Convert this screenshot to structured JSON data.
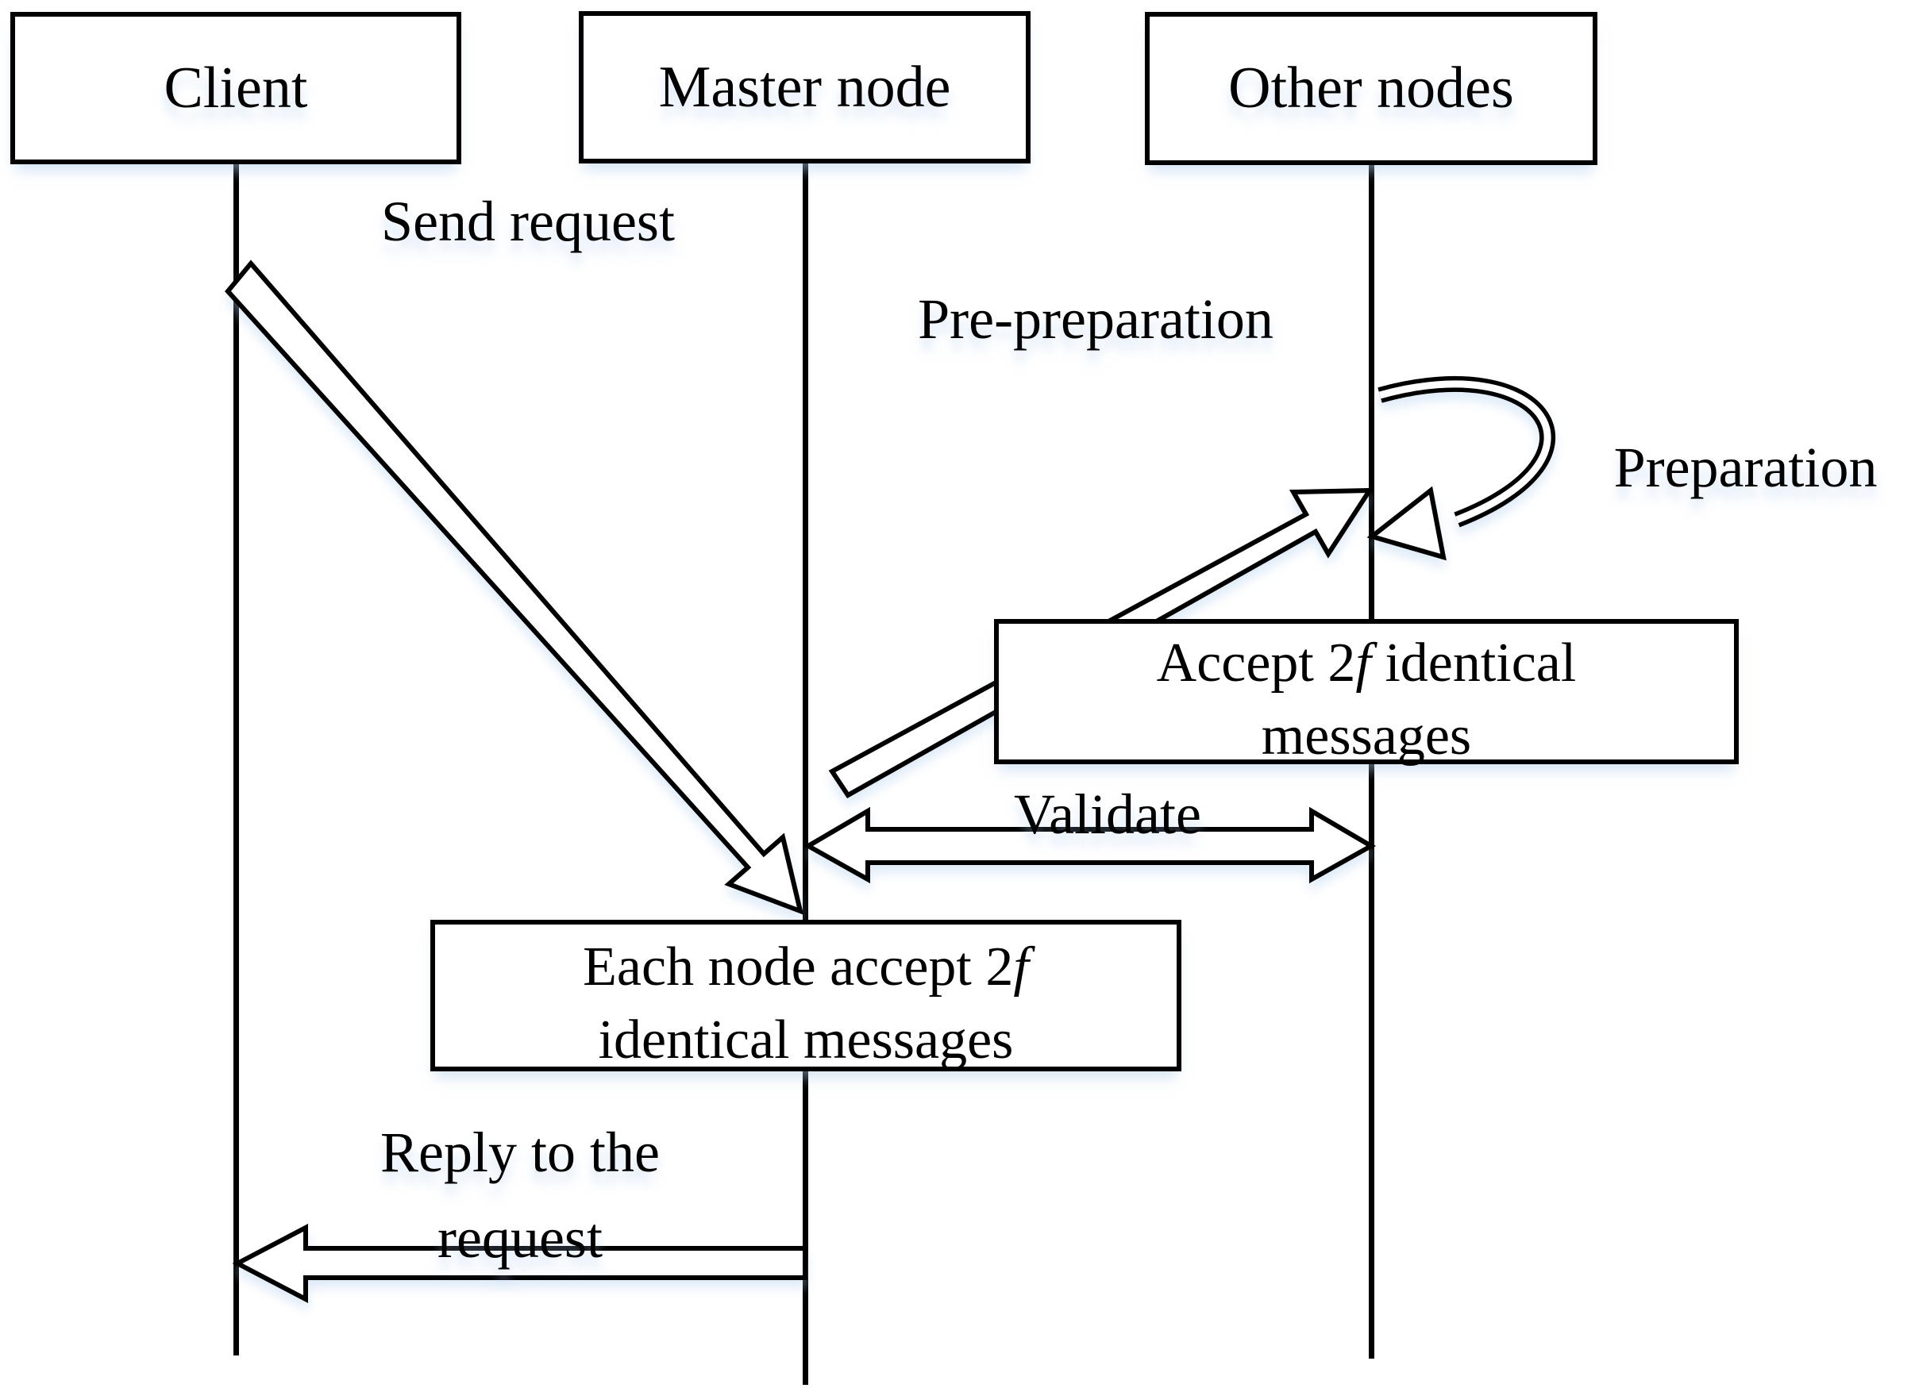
{
  "diagram": {
    "type": "sequence-diagram",
    "actors": [
      {
        "id": "client",
        "label": "Client"
      },
      {
        "id": "master-node",
        "label": "Master node"
      },
      {
        "id": "other-nodes",
        "label": "Other nodes"
      }
    ],
    "messages": [
      {
        "id": "send-request",
        "label": "Send request",
        "from": "client",
        "to": "master-node",
        "style": "hollow-diagonal-arrow"
      },
      {
        "id": "pre-preparation",
        "label": "Pre-preparation",
        "from": "master-node",
        "to": "other-nodes",
        "style": "hollow-diagonal-arrow"
      },
      {
        "id": "preparation",
        "label": "Preparation",
        "from": "other-nodes",
        "to": "other-nodes",
        "style": "self-loop-arrow"
      },
      {
        "id": "validate",
        "label": "Validate",
        "from": "master-node",
        "to": "other-nodes",
        "style": "hollow-double-headed-arrow"
      },
      {
        "id": "reply",
        "label_line1": "Reply to the",
        "label_line2": "request",
        "from": "master-node",
        "to": "client",
        "style": "hollow-arrow"
      }
    ],
    "notes": [
      {
        "id": "accept-note",
        "attached_to": "other-nodes",
        "line1_pre": "Accept 2",
        "line1_italic": "f",
        "line1_post": " identical",
        "line2": "messages"
      },
      {
        "id": "each-node-note",
        "attached_to": "master-node",
        "line1_pre": "Each node accept 2",
        "line1_italic": "f",
        "line1_post": "",
        "line2": "identical messages"
      }
    ],
    "colors": {
      "stroke": "#000000",
      "fill": "#ffffff",
      "shadow_tint": "#b0cdee",
      "background": "#ffffff"
    }
  }
}
